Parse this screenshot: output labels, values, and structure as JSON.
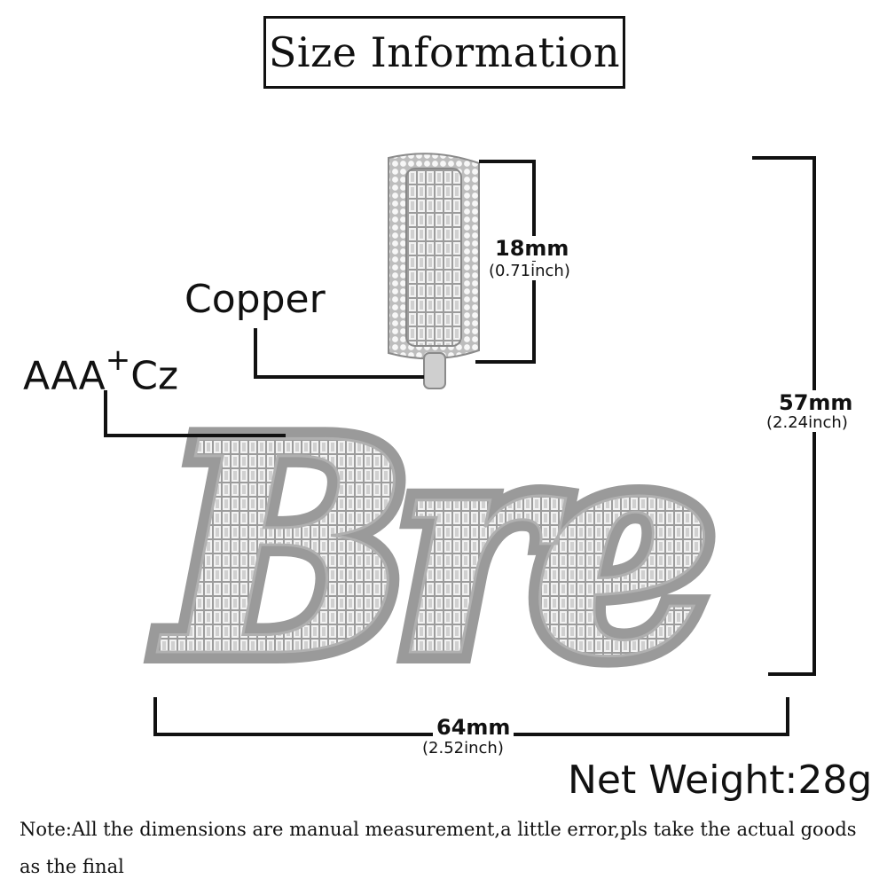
{
  "title": "Size Information",
  "materials": {
    "copper": "Copper",
    "stone": "AAA",
    "stone_plus": "+",
    "stone_suffix": "Cz"
  },
  "pendant": {
    "text": "Bre"
  },
  "dimensions": {
    "bail_height": {
      "mm": "18mm",
      "inch": "(0.71inch)"
    },
    "total_height": {
      "mm": "57mm",
      "inch": "(2.24inch)"
    },
    "width": {
      "mm": "64mm",
      "inch": "(2.52inch)"
    }
  },
  "net_weight": "Net Weight:28g",
  "note": "Note:All the dimensions are manual measurement,a little error,pls take the actual goods as the final",
  "colors": {
    "ink": "#111111",
    "silver": "#d9d9d9",
    "stone": "#f4f4f4",
    "background": "#ffffff"
  }
}
